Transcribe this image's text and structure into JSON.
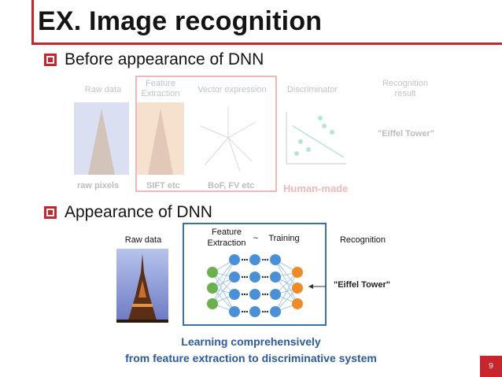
{
  "slide": {
    "title": "EX. Image recognition",
    "page_number": "9"
  },
  "bullets": {
    "before": "Before appearance of DNN",
    "after": "Appearance of DNN"
  },
  "old_pipeline": {
    "raw_data": "Raw data",
    "feature_extraction": "Feature\nExtraction",
    "vector_expression": "Vector expression",
    "discriminator": "Discriminator",
    "recognition_result": "Recognition\nresult",
    "raw_pixels": "raw pixels",
    "sift": "SIFT etc",
    "bof": "BoF, FV  etc",
    "output": "\"Eiffel Tower\"",
    "human_made": "Human-made"
  },
  "dnn_pipeline": {
    "raw_data": "Raw data",
    "feature_extraction": "Feature\nExtraction",
    "tilde": "~",
    "training": "Training",
    "recognition": "Recognition",
    "output": "\"Eiffel Tower\""
  },
  "caption": {
    "line1": "Learning comprehensively",
    "line2": "from feature extraction to discriminative system"
  },
  "colors": {
    "accent_red": "#c9252c",
    "accent_blue": "#3a6fb0",
    "caption_blue": "#2b5aa0",
    "node_green": "#6ab04c",
    "node_blue": "#4a90d9",
    "node_orange": "#f08a24"
  }
}
